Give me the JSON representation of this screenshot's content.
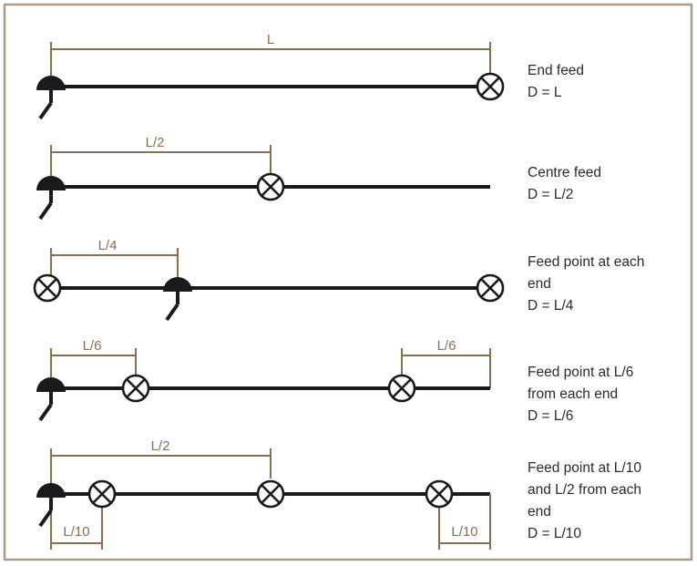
{
  "diagrams": [
    {
      "id": "end-feed",
      "dimension_labels": [
        "L"
      ],
      "description": [
        "End feed",
        "D = L"
      ]
    },
    {
      "id": "centre-feed",
      "dimension_labels": [
        "L/2"
      ],
      "description": [
        "Centre feed",
        "D = L/2"
      ]
    },
    {
      "id": "feed-each-end",
      "dimension_labels": [
        "L/4"
      ],
      "description": [
        "Feed point at each",
        "end",
        "D = L/4"
      ]
    },
    {
      "id": "feed-l6",
      "dimension_labels": [
        "L/6",
        "L/6"
      ],
      "description": [
        "Feed point at L/6",
        "from each end",
        "D = L/6"
      ]
    },
    {
      "id": "feed-l10",
      "dimension_labels": [
        "L/2",
        "L/10",
        "L/10"
      ],
      "description": [
        "Feed point at L/10",
        "and L/2 from each",
        "end",
        "D = L/10"
      ]
    }
  ],
  "colors": {
    "frame": "#a99a8c",
    "dimension_line": "#8a6e52",
    "conductor": "#1a1a1a"
  },
  "icons": {
    "lamp": "lamp-cross-circle-icon",
    "feed": "feed-point-icon"
  }
}
